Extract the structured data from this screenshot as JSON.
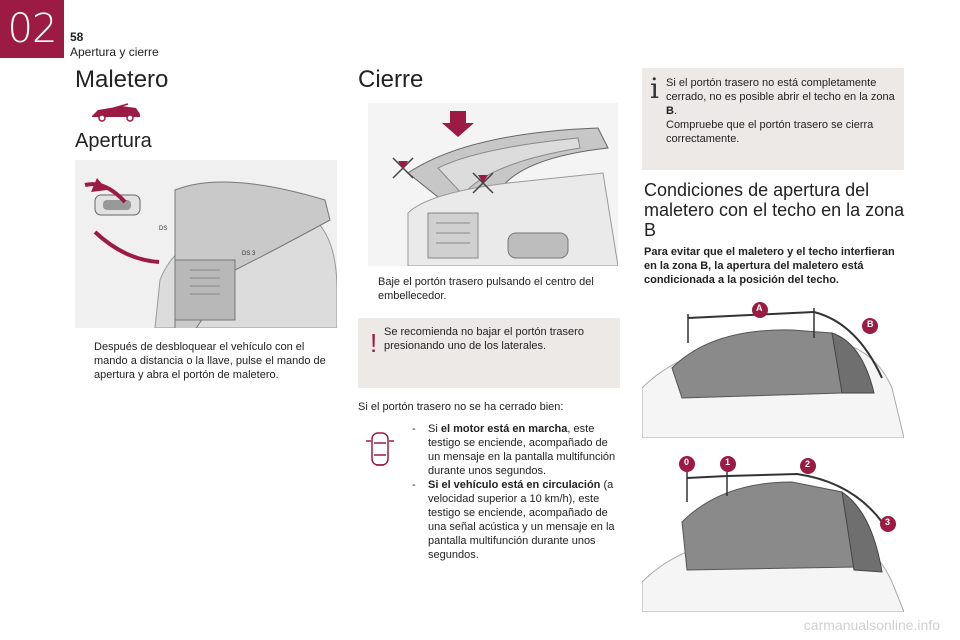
{
  "header": {
    "chapter": "02",
    "page_number": "58",
    "section": "Apertura y cierre"
  },
  "left": {
    "title": "Maletero",
    "subtitle": "Apertura",
    "img_badge_1": "DS",
    "img_badge_2": "DS 3",
    "bullet_marker": "",
    "bullet_text": "Después de desbloquear el vehículo con el mando a distancia o la llave, pulse el mando de apertura y abra el portón de maletero."
  },
  "middle": {
    "title": "Cierre",
    "bullet_text": "Baje el portón trasero pulsando el centro del embellecedor.",
    "warning_text": "Se recomienda no bajar el portón trasero presionando uno de los laterales.",
    "not_closed_text": "Si el portón trasero no se ha cerrado bien:",
    "list": [
      {
        "pre": "Si ",
        "bold": "el motor está en marcha",
        "post": ", este testigo se enciende, acompañado de un mensaje en la pantalla multifunción durante unos segundos."
      },
      {
        "pre": "",
        "bold": "Si el vehículo está en circulación",
        "post": " (a velocidad superior a 10 km/h), este testigo se enciende, acompañado de una señal acústica y un mensaje en la pantalla multifunción durante unos segundos."
      }
    ]
  },
  "right": {
    "info_text_1": "Si el portón trasero no está completamente cerrado, no es posible abrir el techo en la zona ",
    "info_zone": "B",
    "info_text_2": ".",
    "info_text_3": "Compruebe que el portón trasero se cierra correctamente.",
    "title": "Condiciones de apertura del maletero con el techo en la zona B",
    "intro": "Para evitar que el maletero y el techo interfieran en la zona B, la apertura del maletero está condicionada a la posición del techo.",
    "markers_top": [
      "A",
      "B"
    ],
    "markers_bottom": [
      "0",
      "1",
      "2",
      "3"
    ]
  },
  "footer": {
    "watermark": "carmanualsonline.info"
  },
  "colors": {
    "accent": "#9b1b45",
    "box_bg": "#ede9e6"
  }
}
